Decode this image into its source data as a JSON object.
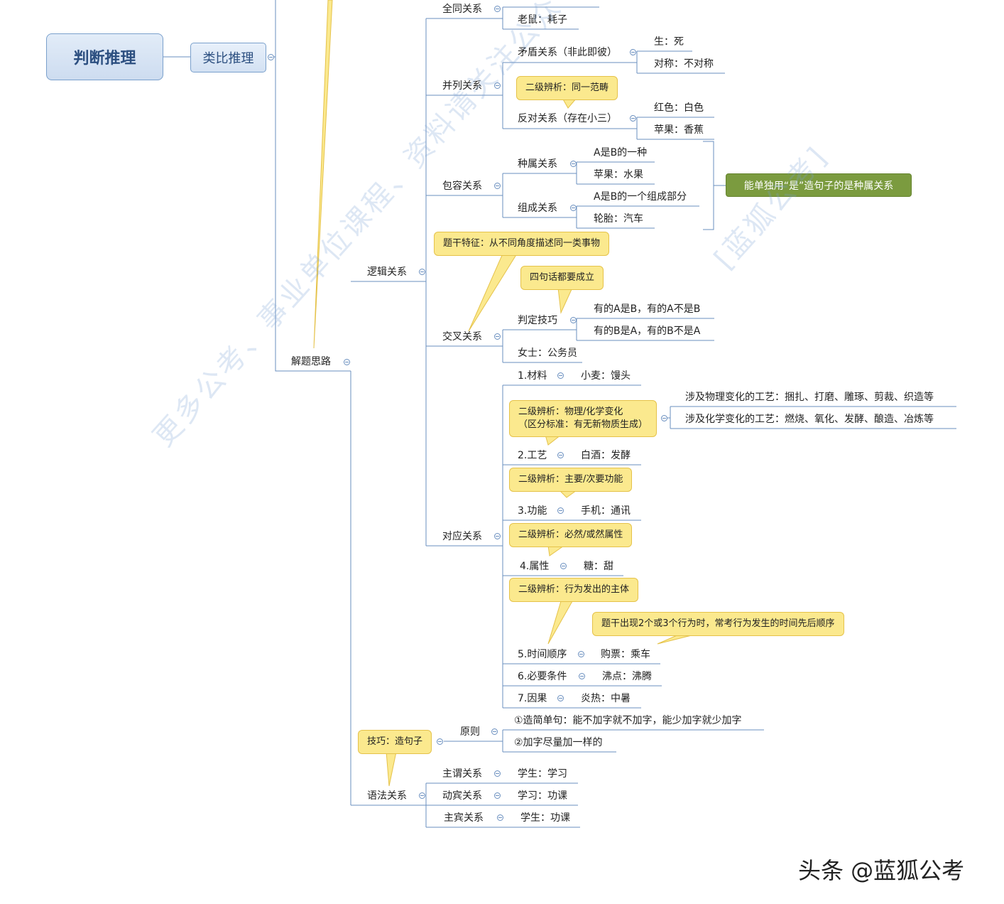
{
  "root": {
    "title": "判断推理"
  },
  "topic": {
    "title": "类比推理"
  },
  "branches": {
    "jieti": "解题思路",
    "luoji": "逻辑关系",
    "yufa": "语法关系"
  },
  "nodes": {
    "quantong": "全同关系",
    "quantong_a": "老鼠：耗子",
    "binglie": "并列关系",
    "maodun": "矛盾关系（非此即彼）",
    "maodun_a": "生：死",
    "maodun_b": "对称：不对称",
    "fandui": "反对关系（存在小三）",
    "fandui_a": "红色：白色",
    "fandui_b": "苹果：香蕉",
    "baorong": "包容关系",
    "zhongshu": "种属关系",
    "zhongshu_a": "A是B的一种",
    "zhongshu_b": "苹果：水果",
    "zucheng": "组成关系",
    "zucheng_a": "A是B的一个组成部分",
    "zucheng_b": "轮胎：汽车",
    "jiaocha": "交叉关系",
    "panding": "判定技巧",
    "panding_a": "有的A是B，有的A不是B",
    "panding_b": "有的B是A，有的B不是A",
    "jiaocha_ex": "女士：公务员",
    "duiying": "对应关系",
    "cailiao": "1.材料",
    "cailiao_a": "小麦：馒头",
    "wuli": "涉及物理变化的工艺：捆扎、打磨、雕琢、剪裁、织造等",
    "huaxue": "涉及化学变化的工艺：燃烧、氧化、发酵、酿造、冶炼等",
    "gongyi": "2.工艺",
    "gongyi_a": "白酒：发酵",
    "gongneng": "3.功能",
    "gongneng_a": "手机：通讯",
    "shuxing": "4.属性",
    "shuxing_a": "糖：甜",
    "shijian": "5.时间顺序",
    "shijian_a": "购票：乘车",
    "biyao": "6.必要条件",
    "biyao_a": "沸点：沸腾",
    "yinguo": "7.因果",
    "yinguo_a": "炎热：中暑",
    "yuanze": "原则",
    "yuanze_a": "①造简单句：能不加字就不加字，能少加字就少加字",
    "yuanze_b": "②加字尽量加一样的",
    "zhuwei": "主谓关系",
    "zhuwei_a": "学生：学习",
    "dongbin": "动宾关系",
    "dongbin_a": "学习：功课",
    "zhubin": "主宾关系",
    "zhubin_a": "学生：功课"
  },
  "callouts": {
    "tonglei": "二级辨析：同一范畴",
    "tigan": "题干特征：从不同角度描述同一类事物",
    "sijuhua": "四句话都要成立",
    "wuhua": "二级辨析：物理/化学变化",
    "wuhua_2": "（区分标准：有无新物质生成）",
    "zhuyao": "二级辨析：主要/次要功能",
    "biran": "二级辨析：必然/或然属性",
    "xingwei": "二级辨析：行为发出的主体",
    "shunxu": "题干出现2个或3个行为时，常考行为发生的时间先后顺序",
    "jiqiao": "技巧：造句子",
    "zhongshu_green": "能单独用“是”造句子的是种属关系"
  },
  "watermark": {
    "left": "更多公考、事业单位课程、资料请关注公众号：",
    "right": "[蓝狐公考]"
  },
  "brand": "头条 @蓝狐公考",
  "colors": {
    "line": "#6a8fbf",
    "note_fill": "#fbe98e",
    "note_border": "#e5c24a",
    "green": "#7b9b3f"
  }
}
